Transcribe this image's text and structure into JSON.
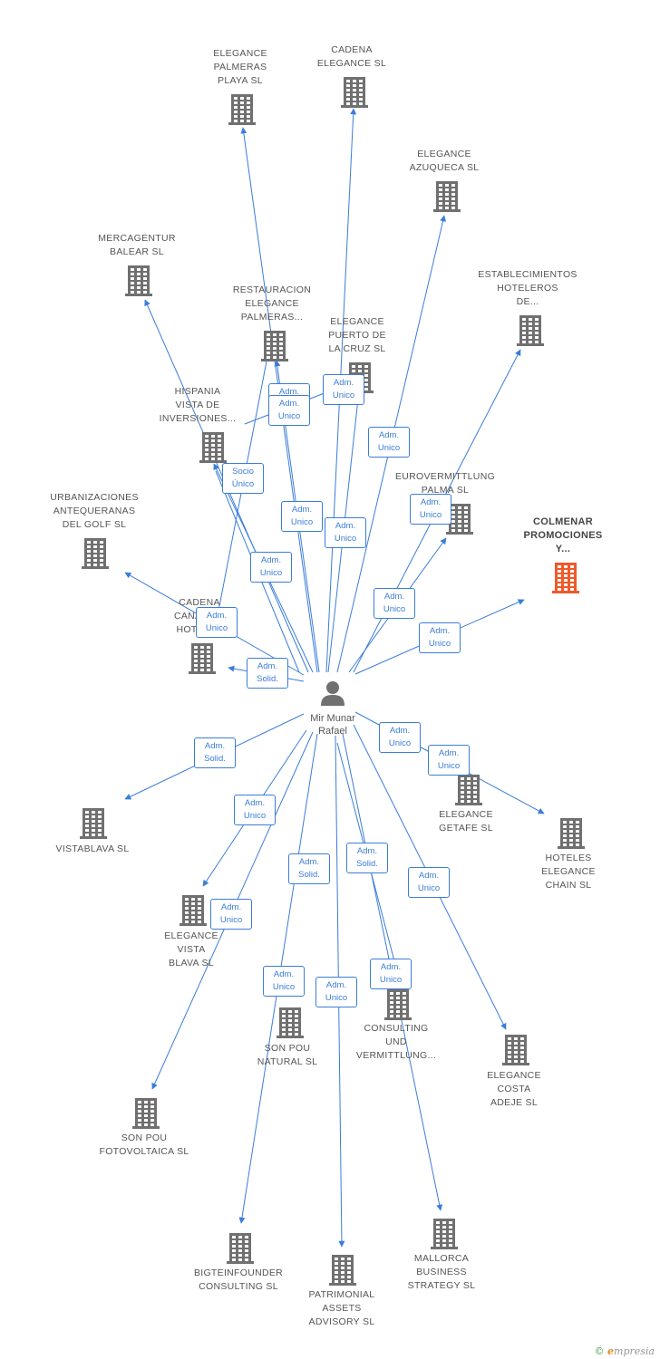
{
  "colors": {
    "edge": "#3b7dd8",
    "company_icon": "#707070",
    "highlight_icon": "#ee5a2a",
    "person_icon": "#707070"
  },
  "center": {
    "name": "Mir Munar\nRafael",
    "icon": "person-icon"
  },
  "nodes": [
    {
      "id": "n1",
      "label": "ELEGANCE\nPALMERAS\nPLAYA SL"
    },
    {
      "id": "n2",
      "label": "CADENA\nELEGANCE SL"
    },
    {
      "id": "n3",
      "label": "ELEGANCE\nAZUQUECA SL"
    },
    {
      "id": "n4",
      "label": "MERCAGENTUR\nBALEAR SL"
    },
    {
      "id": "n5",
      "label": "ESTABLECIMIENTOS\nHOTELEROS\nDE..."
    },
    {
      "id": "n6",
      "label": "RESTAURACION\nELEGANCE\nPALMERAS..."
    },
    {
      "id": "n7",
      "label": "ELEGANCE\nPUERTO DE\nLA CRUZ SL"
    },
    {
      "id": "n8",
      "label": "HISPANIA\nVISTA DE\nINVERSIONES..."
    },
    {
      "id": "n9",
      "label": "EUROVERMITTLUNG\nPALMA SL"
    },
    {
      "id": "n10",
      "label": "URBANIZACIONES\nANTEQUERANAS\nDEL GOLF SL"
    },
    {
      "id": "n11",
      "label": "COLMENAR\nPROMOCIONES\nY...",
      "highlight": true
    },
    {
      "id": "n12",
      "label": "CADENA\nCANARIAS\nHOTELES"
    },
    {
      "id": "n13",
      "label": "ELEGANCE\nGETAFE SL"
    },
    {
      "id": "n14",
      "label": "VISTABLAVA SL"
    },
    {
      "id": "n15",
      "label": "HOTELES\nELEGANCE\nCHAIN SL"
    },
    {
      "id": "n16",
      "label": "ELEGANCE\nVISTA\nBLAVA SL"
    },
    {
      "id": "n17",
      "label": "SON POU\nNATURAL SL"
    },
    {
      "id": "n18",
      "label": "CONSULTING\nUND\nVERMITTLUNG..."
    },
    {
      "id": "n19",
      "label": "ELEGANCE\nCOSTA\nADEJE SL"
    },
    {
      "id": "n20",
      "label": "SON POU\nFOTOVOLTAICA SL"
    },
    {
      "id": "n21",
      "label": "BIGTEINFOUNDER\nCONSULTING SL"
    },
    {
      "id": "n22",
      "label": "PATRIMONIAL\nASSETS\nADVISORY SL"
    },
    {
      "id": "n23",
      "label": "MALLORCA\nBUSINESS\nSTRATEGY SL"
    }
  ],
  "edge_labels": [
    {
      "id": "b1",
      "text": "Adm.\nUnico"
    },
    {
      "id": "b2",
      "text": "Adm.\nUnico"
    },
    {
      "id": "b3",
      "text": "Adm.\nUnico"
    },
    {
      "id": "b4",
      "text": "Adm.\nUnico"
    },
    {
      "id": "b5",
      "text": "Socio\nÚnico"
    },
    {
      "id": "b6",
      "text": "Adm.\nUnico"
    },
    {
      "id": "b7",
      "text": "Adm.\nUnico"
    },
    {
      "id": "b8",
      "text": "Adm.\nUnico"
    },
    {
      "id": "b9",
      "text": "Adm.\nUnico"
    },
    {
      "id": "b10",
      "text": "Adm.\nUnico"
    },
    {
      "id": "b11",
      "text": "Adm.\nUnico"
    },
    {
      "id": "b12",
      "text": "Adm.\nUnico"
    },
    {
      "id": "b13",
      "text": "Adm.\nSolid."
    },
    {
      "id": "b14",
      "text": "Adm.\nSolid."
    },
    {
      "id": "b15",
      "text": "Adm.\nUnico"
    },
    {
      "id": "b16",
      "text": "Adm.\nUnico"
    },
    {
      "id": "b17",
      "text": "Adm.\nUnico"
    },
    {
      "id": "b18",
      "text": "Adm.\nUnico"
    },
    {
      "id": "b19",
      "text": "Adm.\nSolid."
    },
    {
      "id": "b20",
      "text": "Adm.\nSolid."
    },
    {
      "id": "b21",
      "text": "Adm.\nUnico"
    },
    {
      "id": "b22",
      "text": "Adm.\nUnico"
    },
    {
      "id": "b23",
      "text": "Adm.\nUnico"
    },
    {
      "id": "b24",
      "text": "Adm.\nUnico"
    }
  ],
  "brand": {
    "copyright": "©",
    "initial": "e",
    "rest": "mpresia"
  }
}
